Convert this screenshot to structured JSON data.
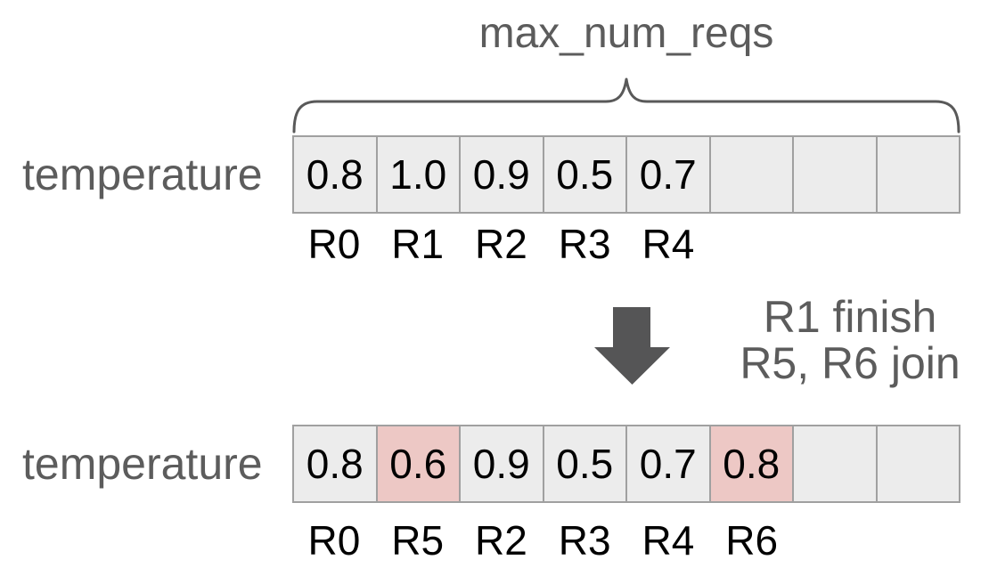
{
  "brace": {
    "label": "max_num_reqs"
  },
  "arrays": {
    "before": {
      "label": "temperature",
      "cells": [
        {
          "value": "0.8",
          "req": "R0",
          "highlight": false
        },
        {
          "value": "1.0",
          "req": "R1",
          "highlight": false
        },
        {
          "value": "0.9",
          "req": "R2",
          "highlight": false
        },
        {
          "value": "0.5",
          "req": "R3",
          "highlight": false
        },
        {
          "value": "0.7",
          "req": "R4",
          "highlight": false
        },
        {
          "value": "",
          "req": "",
          "highlight": false
        },
        {
          "value": "",
          "req": "",
          "highlight": false
        },
        {
          "value": "",
          "req": "",
          "highlight": false
        }
      ]
    },
    "after": {
      "label": "temperature",
      "cells": [
        {
          "value": "0.8",
          "req": "R0",
          "highlight": false
        },
        {
          "value": "0.6",
          "req": "R5",
          "highlight": true
        },
        {
          "value": "0.9",
          "req": "R2",
          "highlight": false
        },
        {
          "value": "0.5",
          "req": "R3",
          "highlight": false
        },
        {
          "value": "0.7",
          "req": "R4",
          "highlight": false
        },
        {
          "value": "0.8",
          "req": "R6",
          "highlight": true
        },
        {
          "value": "",
          "req": "",
          "highlight": false
        },
        {
          "value": "",
          "req": "",
          "highlight": false
        }
      ]
    }
  },
  "transition": {
    "line1": "R1 finish",
    "line2": "R5, R6 join"
  },
  "colors": {
    "background": "#ffffff",
    "cell_fill": "#ececec",
    "cell_highlight_fill": "#edc8c5",
    "cell_border": "#a0a0a0",
    "label_gray": "#5c5c5c",
    "arrow_gray": "#555556",
    "brace_gray": "#595959",
    "value_black": "#000000"
  }
}
